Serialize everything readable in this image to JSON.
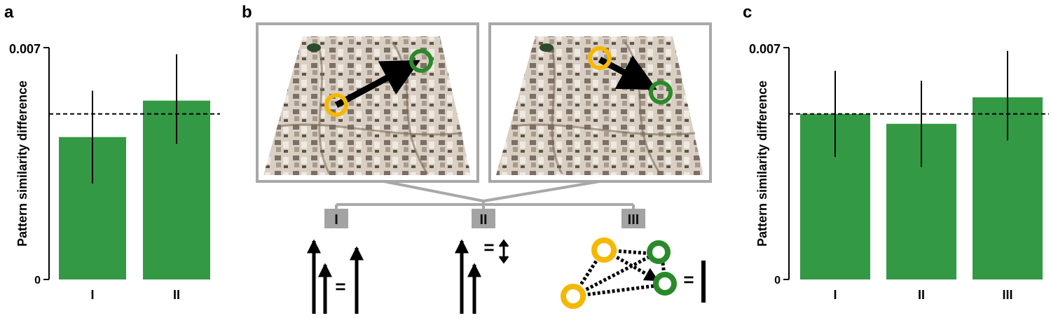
{
  "panels": {
    "a": {
      "letter": "a"
    },
    "b": {
      "letter": "b",
      "labels": [
        "I",
        "II",
        "III"
      ],
      "equals": "="
    },
    "c": {
      "letter": "c"
    }
  },
  "colors": {
    "bar": "#339944",
    "orange": "#f5b800",
    "green_ring": "#2a8a2a",
    "frame": "#a8a8a8",
    "label_box": "#a3a3a3"
  },
  "chart_data": [
    {
      "type": "bar",
      "panel": "a",
      "categories": [
        "I",
        "II"
      ],
      "values": [
        0.0043,
        0.0054
      ],
      "error_low": [
        0.0029,
        0.0041
      ],
      "error_high": [
        0.0057,
        0.0068
      ],
      "reference_line": 0.005,
      "ylabel": "Pattern similarity difference",
      "ylim": [
        0,
        0.007
      ],
      "yticks": [
        "0",
        "0.007"
      ],
      "grid": false
    },
    {
      "type": "bar",
      "panel": "c",
      "categories": [
        "I",
        "II",
        "III"
      ],
      "values": [
        0.005,
        0.0047,
        0.0055
      ],
      "error_low": [
        0.0037,
        0.0034,
        0.0042
      ],
      "error_high": [
        0.0063,
        0.006,
        0.0069
      ],
      "reference_line": 0.005,
      "ylabel": "Pattern similarity difference",
      "ylim": [
        0,
        0.007
      ],
      "yticks": [
        "0",
        "0.007"
      ],
      "grid": false
    }
  ]
}
